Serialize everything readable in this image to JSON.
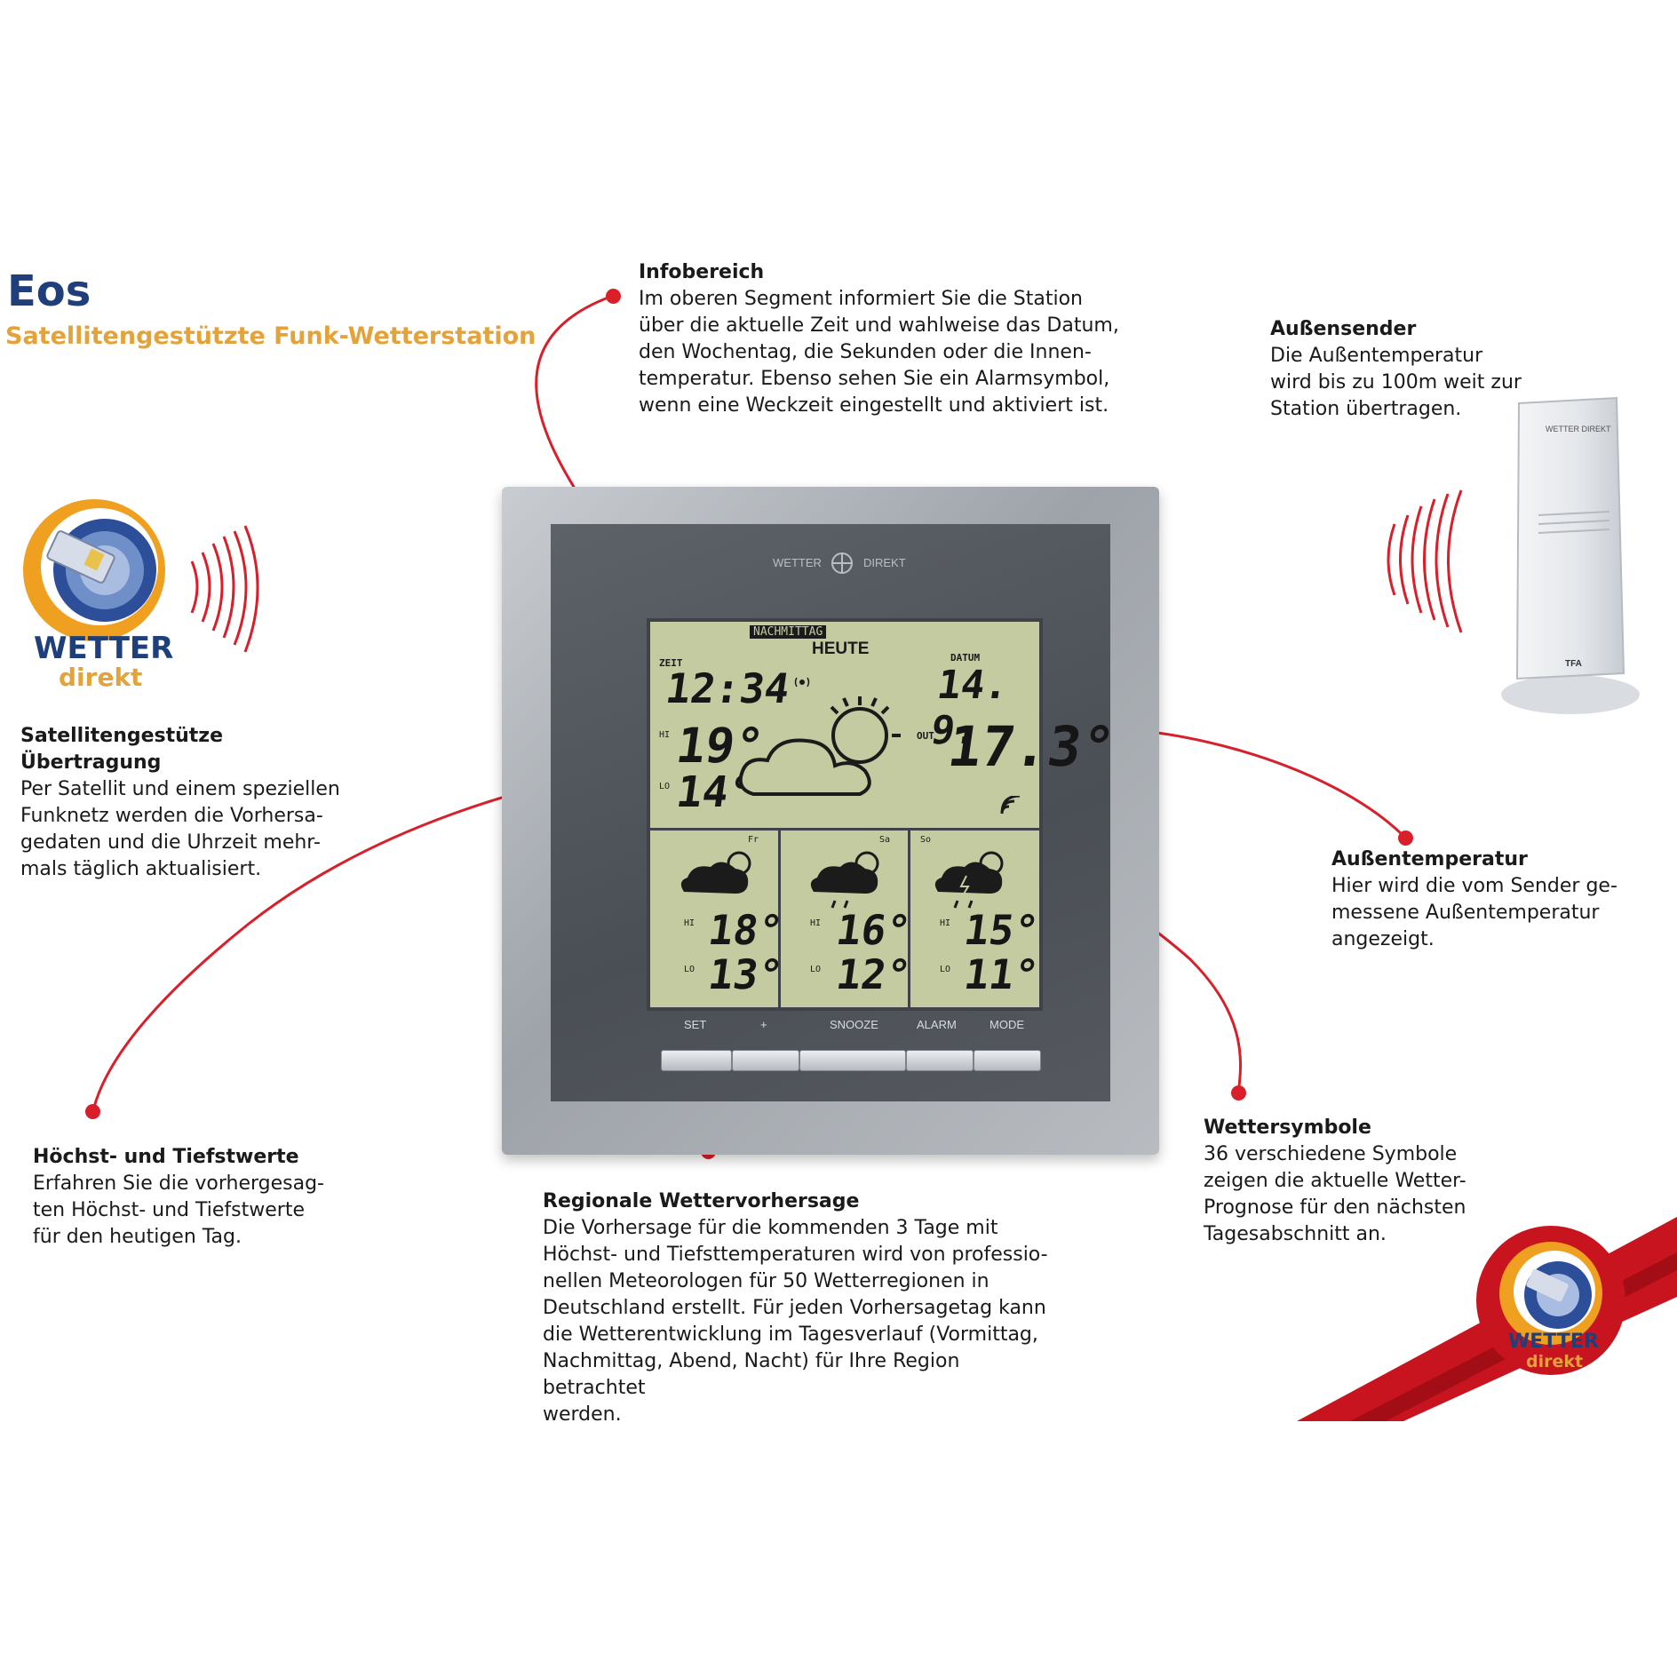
{
  "header": {
    "title": "Eos",
    "subtitle": "Satellitengestützte Funk-Wetterstation"
  },
  "callouts": {
    "infobereich": {
      "heading": "Infobereich",
      "text": "Im oberen Segment informiert Sie die Station\nüber die aktuelle Zeit und wahlweise das Datum,\nden Wochentag, die Sekunden oder die Innen-\ntemperatur. Ebenso sehen Sie ein Alarmsymbol,\nwenn eine Weckzeit eingestellt und aktiviert ist."
    },
    "aussensender": {
      "heading": "Außensender",
      "text": "Die Außentemperatur\nwird bis zu 100m weit zur\nStation übertragen."
    },
    "satellit": {
      "heading": "Satellitengestütze Übertragung",
      "text": "Per Satellit und einem speziellen\nFunknetz werden die Vorhersa-\ngedaten und die Uhrzeit mehr-\nmals täglich aktualisiert."
    },
    "aussentemperatur": {
      "heading": "Außentemperatur",
      "text": "Hier wird die vom Sender ge-\nmessene Außentemperatur\nangezeigt."
    },
    "hoechst": {
      "heading": "Höchst- und Tiefstwerte",
      "text": "Erfahren Sie die vorhergesag-\nten Höchst- und Tiefstwerte\nfür den heutigen Tag."
    },
    "wettersymbole": {
      "heading": "Wettersymbole",
      "text": "36 verschiedene Symbole\nzeigen die aktuelle Wetter-\nPrognose für den nächsten\nTagesabschnitt an."
    },
    "regional": {
      "heading": "Regionale Wettervorhersage",
      "text": "Die Vorhersage für die kommenden 3 Tage mit\nHöchst- und Tiefsttemperaturen wird von professio-\nnellen Meteorologen für 50 Wetterregionen in\nDeutschland erstellt. Für jeden Vorhersagetag kann\ndie Wetterentwicklung im Tagesverlauf (Vormittag,\nNachmittag, Abend, Nacht) für Ihre Region betrachtet\nwerden."
    }
  },
  "logo": {
    "line1": "WETTER",
    "line2": "direkt"
  },
  "device": {
    "brand_left": "WETTER",
    "brand_right": "DIREKT",
    "lcd": {
      "period": "NACHMITTAG",
      "day": "HEUTE",
      "time_label": "ZEIT",
      "time": "12:34",
      "date_label": "DATUM",
      "date": "14. 9.",
      "hi_label": "HI",
      "lo_label": "LO",
      "today_hi": "19°",
      "today_lo": "14°",
      "out_label": "OUT",
      "out_temp": "17.3°",
      "days": [
        {
          "name": "Fr",
          "hi": "18°",
          "lo": "13°"
        },
        {
          "name": "Sa",
          "hi": "16°",
          "lo": "12°"
        },
        {
          "name": "So",
          "hi": "15°",
          "lo": "11°"
        }
      ]
    },
    "buttons": [
      "SET",
      "+",
      "SNOOZE",
      "ALARM",
      "MODE"
    ]
  },
  "sender": {
    "brand": "WETTER DIREKT",
    "maker": "TFA"
  },
  "colors": {
    "accent_red": "#d81f2a",
    "title_blue": "#1f3f7a",
    "subtitle_orange": "#e3a33a",
    "lcd_green": "#c4cba1"
  }
}
